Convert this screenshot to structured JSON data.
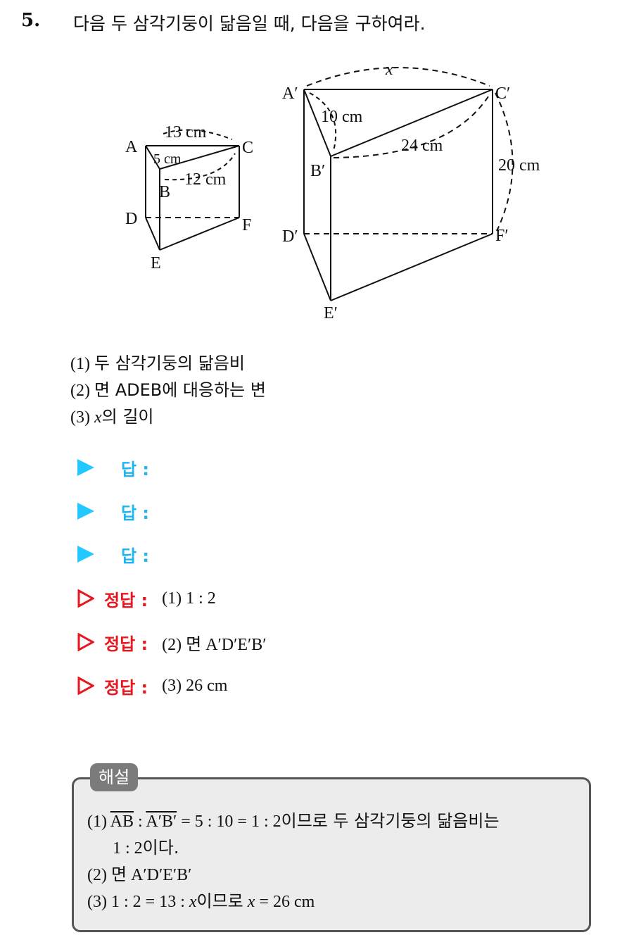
{
  "question": {
    "number": "5.",
    "text": "다음 두 삼각기둥이 닮음일 때, 다음을 구하여라."
  },
  "figure": {
    "small": {
      "vertices": {
        "A": "A",
        "B": "B",
        "C": "C",
        "D": "D",
        "E": "E",
        "F": "F"
      },
      "labels": {
        "ac": "13 cm",
        "ab": "5 cm",
        "bc": "12 cm"
      }
    },
    "large": {
      "vertices": {
        "A": "A′",
        "B": "B′",
        "C": "C′",
        "D": "D′",
        "E": "E′",
        "F": "F′"
      },
      "labels": {
        "x": "x",
        "ab": "10 cm",
        "bc": "24 cm",
        "cf": "20 cm"
      }
    }
  },
  "subquestions": [
    {
      "num": "(1)",
      "text": "두 삼각기둥의 닮음비"
    },
    {
      "num": "(2)",
      "text": "면 ADEB에 대응하는 변"
    },
    {
      "num": "(3)",
      "var": "x",
      "text": "의 길이"
    }
  ],
  "answers": [
    {
      "label": "답 :"
    },
    {
      "label": "답 :"
    },
    {
      "label": "답 :"
    }
  ],
  "solutions": [
    {
      "label": "정답 :",
      "num": "(1)",
      "text": "1 : 2"
    },
    {
      "label": "정답 :",
      "num": "(2)",
      "prefix": "면",
      "text": "A′D′E′B′"
    },
    {
      "label": "정답 :",
      "num": "(3)",
      "text": "26 cm"
    }
  ],
  "explanation": {
    "tag": "해설",
    "line1": {
      "num": "(1)",
      "ab": "AB",
      "sep": " : ",
      "apbp": "A′B′",
      "eq": " = 5 : 10 = 1 : 2",
      "ko": "이므로 두 삼각기둥의 닮음비는"
    },
    "line1b": {
      "val": "1 : 2",
      "ko": "이다."
    },
    "line2": {
      "num": "(2)",
      "ko": "면",
      "val": "A′D′E′B′"
    },
    "line3": {
      "num": "(3)",
      "eq1": "1 : 2 = 13 : ",
      "var": "x",
      "ko": "이므로",
      "var2": "x",
      "eq2": " = 26 cm"
    }
  },
  "colors": {
    "answer": "#1fb6f0",
    "solution": "#e8161e",
    "tag_bg": "#7b7b7b",
    "box_bg": "#ececec"
  }
}
